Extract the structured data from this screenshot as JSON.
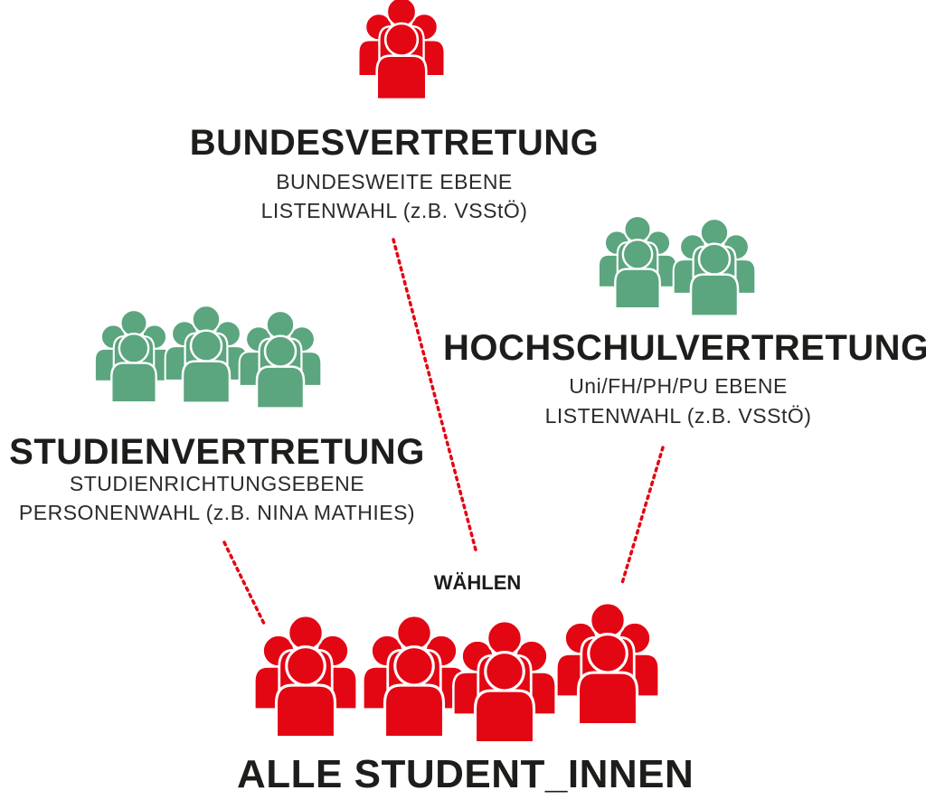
{
  "colors": {
    "red": "#e30613",
    "green": "#5ba57f",
    "text": "#1d1d1b",
    "dots": "#e30613"
  },
  "bund": {
    "title": "BUNDESVERTRETUNG",
    "line1": "BUNDESWEITE EBENE",
    "line2": "LISTENWAHL (z.B. VSStÖ)",
    "icon": "people-group-icon"
  },
  "hochschul": {
    "title": "HOCHSCHULVERTRETUNG",
    "line1": "Uni/FH/PH/PU EBENE",
    "line2": "LISTENWAHL (z.B. VSStÖ)",
    "icon": "people-group-icon"
  },
  "studien": {
    "title": "STUDIENVERTRETUNG",
    "line1": "STUDIENRICHTUNGSEBENE",
    "line2": "PERSONENWAHL (z.B. NINA MATHIES)",
    "icon": "people-group-icon"
  },
  "center_label": "WÄHLEN",
  "bottom_label": "ALLE STUDENT_INNEN"
}
